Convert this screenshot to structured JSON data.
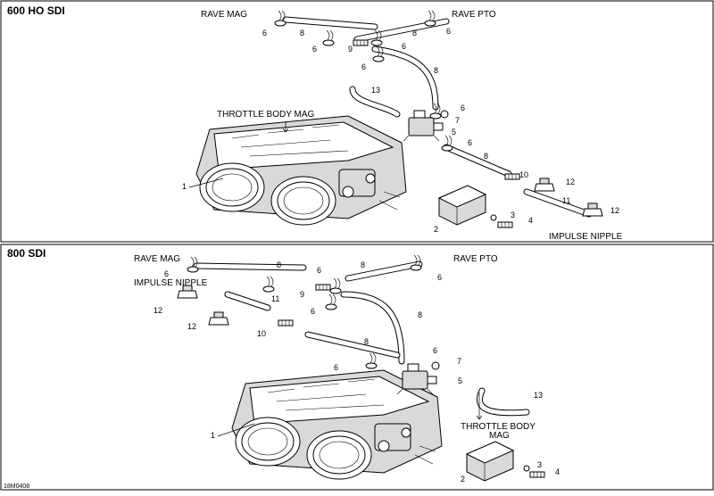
{
  "panels": [
    {
      "title": "600 HO SDI",
      "callouts": {
        "rave_mag": "RAVE MAG",
        "rave_pto": "RAVE PTO",
        "throttle_body_mag": "THROTTLE BODY MAG",
        "impulse_nipple": "IMPULSE NIPPLE"
      },
      "part_numbers": [
        "1",
        "2",
        "3",
        "4",
        "5",
        "6",
        "6",
        "6",
        "6",
        "6",
        "6",
        "6",
        "7",
        "8",
        "8",
        "8",
        "8",
        "9",
        "10",
        "11",
        "12",
        "12",
        "13"
      ]
    },
    {
      "title": "800 SDI",
      "callouts": {
        "rave_mag": "RAVE MAG",
        "rave_pto": "RAVE PTO",
        "impulse_nipple": "IMPULSE NIPPLE",
        "throttle_body_line1": "THROTTLE BODY",
        "throttle_body_line2": "MAG"
      },
      "part_numbers": [
        "1",
        "2",
        "3",
        "4",
        "5",
        "6",
        "6",
        "6",
        "6",
        "6",
        "6",
        "7",
        "8",
        "8",
        "8",
        "8",
        "9",
        "10",
        "11",
        "12",
        "12",
        "13"
      ]
    }
  ],
  "drawing_code": "18M0408"
}
